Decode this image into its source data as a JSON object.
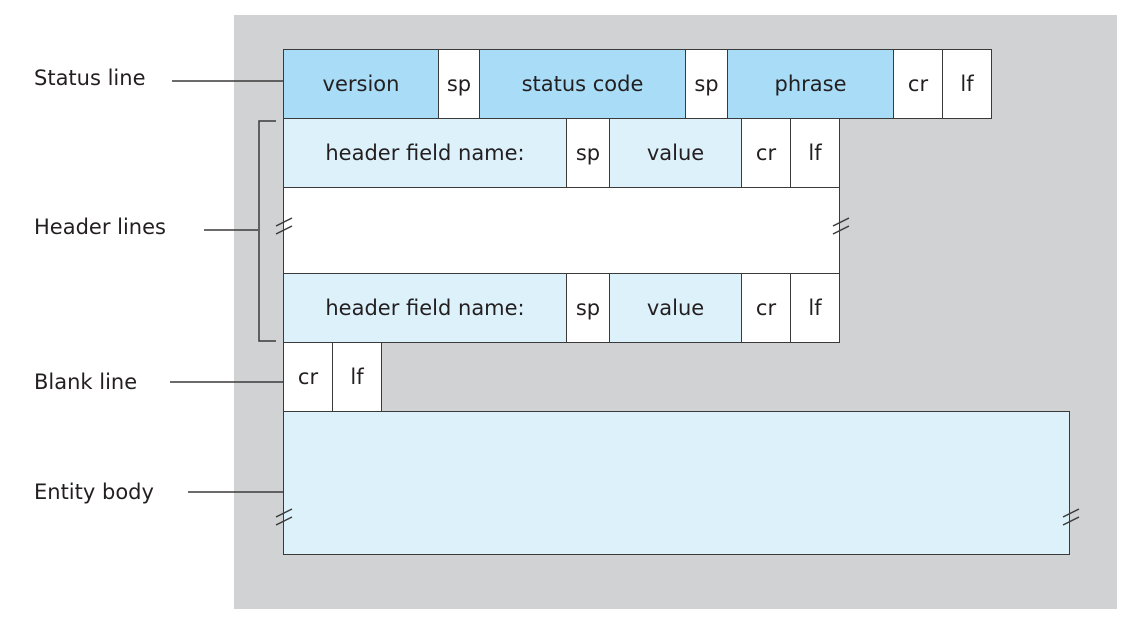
{
  "labels": {
    "status_line": "Status line",
    "header_lines": "Header lines",
    "blank_line": "Blank line",
    "entity_body": "Entity body"
  },
  "status_row": {
    "version": "version",
    "sp1": "sp",
    "status_code": "status code",
    "sp2": "sp",
    "phrase": "phrase",
    "cr": "cr",
    "lf": "lf"
  },
  "header_row_1": {
    "field_name": "header field name:",
    "sp": "sp",
    "value": "value",
    "cr": "cr",
    "lf": "lf"
  },
  "header_row_2": {
    "field_name": "header field name:",
    "sp": "sp",
    "value": "value",
    "cr": "cr",
    "lf": "lf"
  },
  "blank_row": {
    "cr": "cr",
    "lf": "lf"
  },
  "colors": {
    "status_fill": "#a8dcf7",
    "header_fill": "#ddf1fb",
    "panel": "#d1d2d4",
    "stroke": "#3a3a3a"
  }
}
